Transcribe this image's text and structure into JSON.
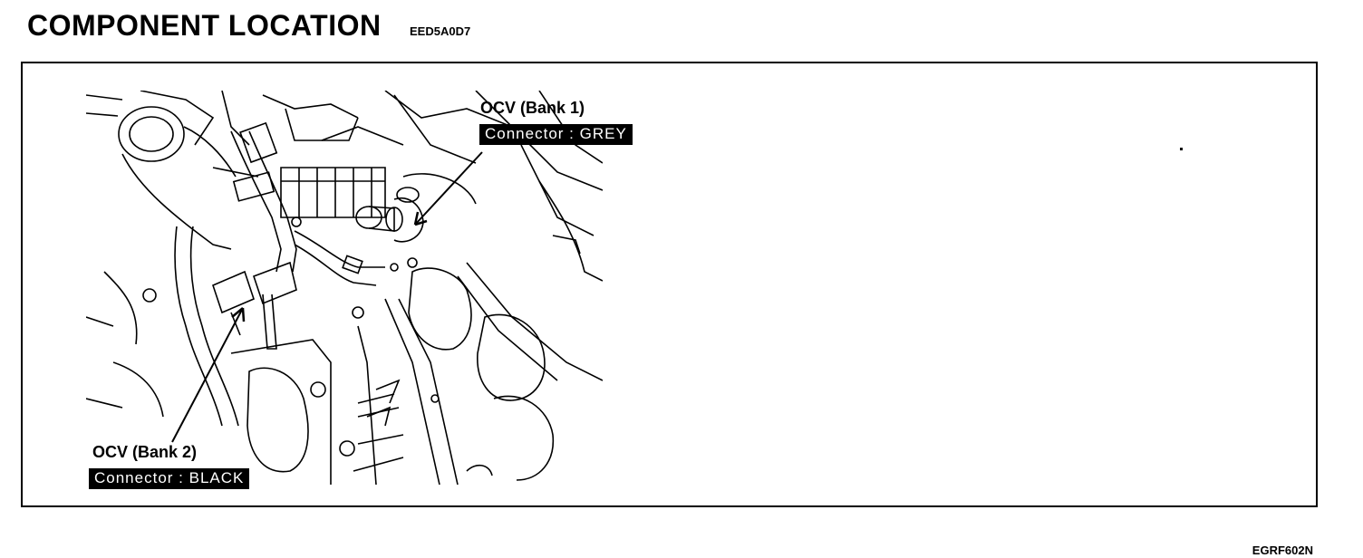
{
  "header": {
    "title": "COMPONENT LOCATION",
    "code": "EED5A0D7"
  },
  "callouts": {
    "bank1": {
      "name": "OCV (Bank 1)",
      "connector": "Connector : GREY"
    },
    "bank2": {
      "name": "OCV (Bank 2)",
      "connector": "Connector : BLACK"
    }
  },
  "figure_code": "EGRF602N"
}
